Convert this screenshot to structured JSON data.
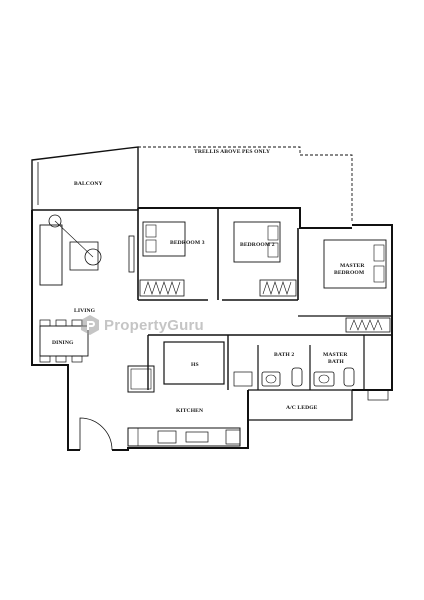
{
  "labels": {
    "trellis": "TRELLIS ABOVE PES ONLY",
    "balcony": "BALCONY",
    "bedroom3": "BEDROOM 3",
    "bedroom2": "BEDROOM 2",
    "master_bedroom_line1": "MASTER",
    "master_bedroom_line2": "BEDROOM",
    "living": "LIVING",
    "dining": "DINING",
    "hs": "HS",
    "bath2": "BATH 2",
    "master_bath_line1": "MASTER",
    "master_bath_line2": "BATH",
    "kitchen": "KITCHEN",
    "ac_ledge": "A/C LEDGE"
  },
  "watermark": {
    "text": "PropertyGuru",
    "color": "#969696"
  },
  "colors": {
    "wall": "#111111",
    "background": "#ffffff"
  }
}
